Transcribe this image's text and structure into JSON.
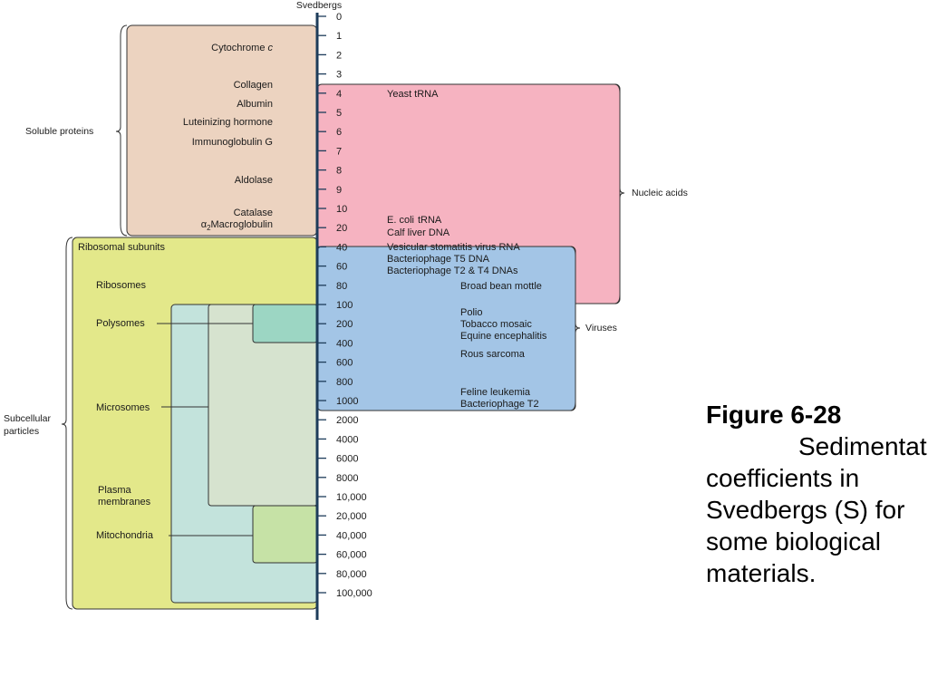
{
  "axis": {
    "title": "Svedbergs",
    "ticks": [
      "0",
      "1",
      "2",
      "3",
      "4",
      "5",
      "6",
      "7",
      "8",
      "9",
      "10",
      "20",
      "40",
      "60",
      "80",
      "100",
      "200",
      "400",
      "600",
      "800",
      "1000",
      "2000",
      "4000",
      "6000",
      "8000",
      "10,000",
      "20,000",
      "40,000",
      "60,000",
      "80,000",
      "100,000"
    ]
  },
  "soluble_proteins": {
    "label": "Soluble proteins",
    "items": [
      "Cytochrome",
      "Collagen",
      "Albumin",
      "Luteinizing hormone",
      "Immunoglobulin G",
      "Aldolase",
      "Catalase",
      "Macroglobulin"
    ],
    "cytochrome_suffix": "c",
    "alpha_prefix": "α",
    "alpha_sub": "2"
  },
  "nucleic_acids": {
    "label": "Nucleic acids",
    "items": [
      "Yeast tRNA",
      "tRNA",
      "Calf liver DNA",
      "Vesicular stomatitis virus RNA",
      "Bacteriophage T5 DNA",
      "Bacteriophage T2 & T4 DNAs"
    ],
    "ecoli": "E. coli"
  },
  "viruses": {
    "label": "Viruses",
    "items": [
      "Broad bean mottle",
      "Polio",
      "Tobacco mosaic",
      "Equine encephalitis",
      "Rous sarcoma",
      "Feline leukemia",
      "Bacteriophage T2"
    ]
  },
  "subcellular": {
    "label_line1": "Subcellular",
    "label_line2": "particles",
    "items": [
      "Ribosomal subunits",
      "Ribosomes",
      "Polysomes",
      "Microsomes",
      "Plasma",
      "membranes",
      "Mitochondria"
    ]
  },
  "caption": {
    "title": "Figure 6-28",
    "body": "Sedimentation coefficients in Svedbergs (S) for some biological materials."
  },
  "colors": {
    "soluble_proteins": "#ecd3c0",
    "nucleic_acids": "#f6b3c1",
    "viruses": "#a3c5e6",
    "subcellular": "#e3e88a",
    "microsomes": "#c3e3dc",
    "plasma_membranes": "#d6e3cf",
    "polysomes": "#9cd6c3",
    "mitochondria": "#c6e2a6",
    "axis": "#1d3c5a"
  }
}
